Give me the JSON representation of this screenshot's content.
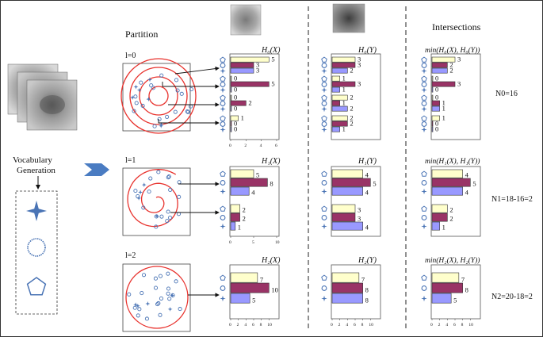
{
  "headers": {
    "partition": "Partition",
    "intersections": "Intersections",
    "vocabulary": [
      "Vocabulary",
      "Generation"
    ]
  },
  "levels": [
    {
      "label": "l=0",
      "titles": {
        "x": "H₀(X)",
        "y": "H₀(Y)",
        "min": "min(H₀(X), H₀(Y))"
      },
      "result": "N0=16"
    },
    {
      "label": "l=1",
      "titles": {
        "x": "H₁(X)",
        "y": "H₁(Y)",
        "min": "min(H₁(X), H₁(Y))"
      },
      "result": "N1=18-16=2"
    },
    {
      "label": "l=2",
      "titles": {
        "x": "H₂(X)",
        "y": "H₂(Y)",
        "min": "min(H₂(X), H₂(Y))"
      },
      "result": "N2=20-18=2"
    }
  ],
  "colors": {
    "pentagon": "#ffffcc",
    "circle": "#993366",
    "star": "#9999ff",
    "partition_ring": "#e8322d",
    "icon": "#4a74b5",
    "arrow": "#4a7cc2"
  },
  "icons": [
    "pentagon-icon",
    "circle-icon",
    "star-icon"
  ],
  "chart_data": [
    {
      "type": "bar",
      "title": "H₀(X)",
      "groups": [
        [
          5,
          3,
          3
        ],
        [
          0,
          5,
          0
        ],
        [
          0,
          2,
          0
        ],
        [
          1,
          0,
          0
        ]
      ],
      "xticks": [
        "0",
        "2",
        "4",
        "6"
      ],
      "xlim": [
        0,
        6
      ]
    },
    {
      "type": "bar",
      "title": "H₀(Y)",
      "groups": [
        [
          3,
          3,
          2
        ],
        [
          1,
          3,
          1
        ],
        [
          2,
          1,
          2
        ],
        [
          2,
          2,
          1
        ]
      ]
    },
    {
      "type": "bar",
      "title": "min(H₀(X), H₀(Y))",
      "groups": [
        [
          3,
          2,
          2
        ],
        [
          0,
          3,
          0
        ],
        [
          0,
          1,
          1
        ],
        [
          1,
          0,
          0
        ]
      ]
    },
    {
      "type": "bar",
      "title": "H₁(X)",
      "groups": [
        [
          5,
          8,
          4
        ],
        [
          2,
          2,
          1
        ]
      ],
      "xticks": [
        "0",
        "5",
        "10"
      ],
      "xlim": [
        0,
        10
      ]
    },
    {
      "type": "bar",
      "title": "H₁(Y)",
      "groups": [
        [
          4,
          5,
          4
        ],
        [
          3,
          3,
          4
        ]
      ]
    },
    {
      "type": "bar",
      "title": "min(H₁(X), H₁(Y))",
      "groups": [
        [
          4,
          5,
          4
        ],
        [
          2,
          2,
          1
        ]
      ]
    },
    {
      "type": "bar",
      "title": "H₂(X)",
      "groups": [
        [
          7,
          10,
          5
        ]
      ],
      "xticks": [
        "0",
        "2",
        "4",
        "6",
        "8",
        "10"
      ],
      "xlim": [
        0,
        12
      ]
    },
    {
      "type": "bar",
      "title": "H₂(Y)",
      "groups": [
        [
          7,
          8,
          8
        ]
      ],
      "xticks": [
        "0",
        "2",
        "4",
        "6",
        "8",
        "10"
      ],
      "xlim": [
        0,
        12
      ]
    },
    {
      "type": "bar",
      "title": "min(H₂(X), H₂(Y))",
      "groups": [
        [
          7,
          8,
          5
        ]
      ],
      "xticks": [
        "0",
        "2",
        "4",
        "6",
        "8",
        "10"
      ],
      "xlim": [
        0,
        12
      ]
    }
  ]
}
